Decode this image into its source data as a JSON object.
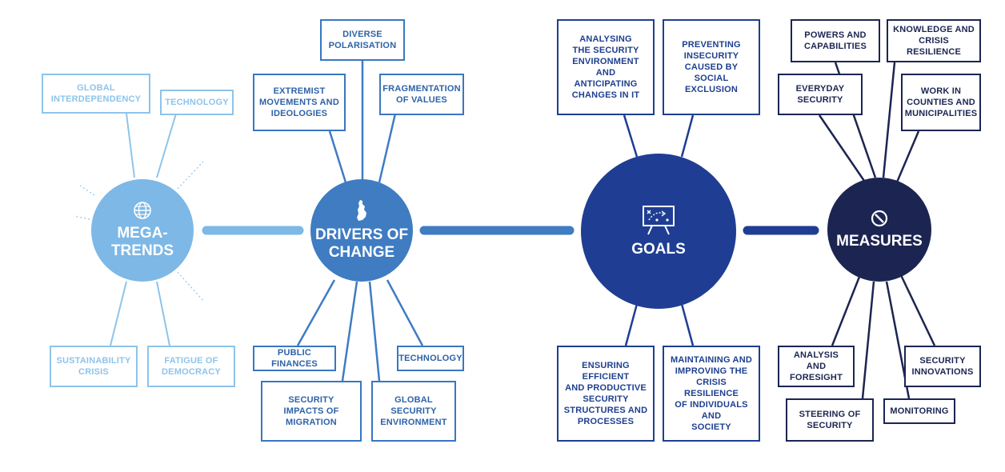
{
  "colors": {
    "megatrends": "#7db8e6",
    "drivers": "#3f7cc2",
    "goals": "#1f3e93",
    "measures": "#1c2551"
  },
  "hubs": {
    "megatrends": {
      "label": "MEGA-\nTRENDS",
      "icon": "globe-icon"
    },
    "drivers": {
      "label": "DRIVERS OF\nCHANGE",
      "icon": "finland-map-icon"
    },
    "goals": {
      "label": "GOALS",
      "icon": "strategy-board-icon"
    },
    "measures": {
      "label": "MEASURES",
      "icon": "compass-icon"
    }
  },
  "megatrends_boxes": {
    "global_interdependency": "GLOBAL\nINTERDEPENDENCY",
    "technology": "TECHNOLOGY",
    "sustainability_crisis": "SUSTAINABILITY\nCRISIS",
    "fatigue_of_democracy": "FATIGUE OF\nDEMOCRACY"
  },
  "drivers_boxes": {
    "diverse_polarisation": "DIVERSE\nPOLARISATION",
    "extremist_movements": "EXTREMIST\nMOVEMENTS AND\nIDEOLOGIES",
    "fragmentation_of_values": "FRAGMENTATION\nOF VALUES",
    "public_finances": "PUBLIC FINANCES",
    "technology": "TECHNOLOGY",
    "security_impacts_of_migration": "SECURITY\nIMPACTS OF\nMIGRATION",
    "global_security_environment": "GLOBAL SECURITY\nENVIRONMENT"
  },
  "goals_boxes": {
    "analysing": "ANALYSING\nTHE SECURITY\nENVIRONMENT\nAND ANTICIPATING\nCHANGES IN IT",
    "preventing": "PREVENTING\nINSECURITY\nCAUSED BY SOCIAL\nEXCLUSION",
    "ensuring": "ENSURING EFFICIENT\nAND PRODUCTIVE\nSECURITY\nSTRUCTURES AND\nPROCESSES",
    "maintaining": "MAINTAINING AND\nIMPROVING THE\nCRISIS RESILIENCE\nOF INDIVIDUALS AND\nSOCIETY"
  },
  "measures_boxes": {
    "powers": "POWERS AND\nCAPABILITIES",
    "knowledge": "KNOWLEDGE AND\nCRISIS RESILIENCE",
    "everyday": "EVERYDAY\nSECURITY",
    "work_in_counties": "WORK IN\nCOUNTIES AND\nMUNICIPALITIES",
    "analysis": "ANALYSIS\nAND FORESIGHT",
    "security_innovations": "SECURITY\nINNOVATIONS",
    "steering": "STEERING OF\nSECURITY",
    "monitoring": "MONITORING"
  }
}
